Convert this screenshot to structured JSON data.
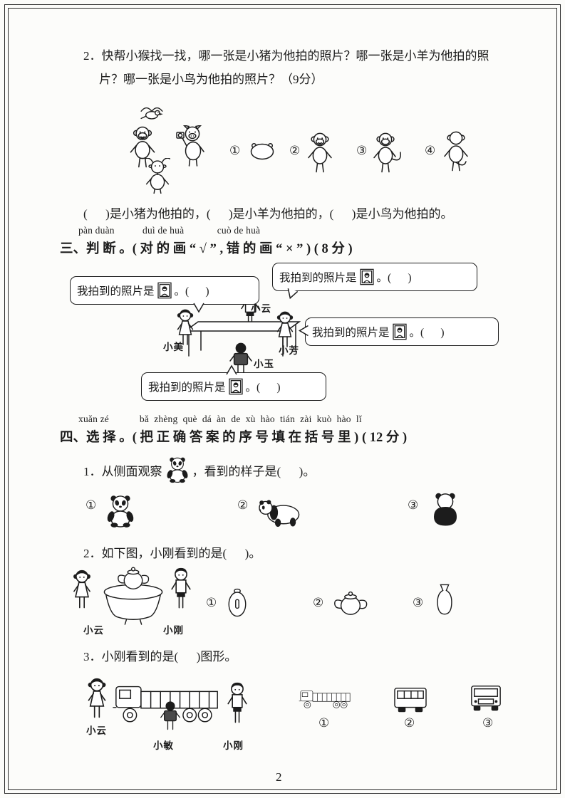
{
  "page_number": "2",
  "ink_color": "#1c1c1c",
  "q2": {
    "line1": "2．快帮小猴找一找，哪一张是小猪为他拍的照片？哪一张是小羊为他拍的照",
    "line2": "片？哪一张是小鸟为他拍的照片？（9分）",
    "photo_labels": [
      "①",
      "②",
      "③",
      "④"
    ],
    "answer": "(      )是小猪为他拍的，(      )是小羊为他拍的，(      )是小鸟为他拍的。"
  },
  "judge": {
    "pinyin": "pàn duàn           duì de huà             cuò de huà",
    "title": "三、判 断 。( 对 的 画 “ √ ” , 错 的 画 “ × ” ) ( 8 分 )",
    "bubble_prefix": "我拍到的照片是",
    "bubble_suffix": "。(      )",
    "names": {
      "left": "小美",
      "top": "小云",
      "right": "小芳",
      "bottom": "小玉"
    }
  },
  "choose": {
    "pinyin": "xuǎn zé            bǎ  zhèng  què  dá  àn  de  xù  hào  tián  zài  kuò  hào  lǐ",
    "title": "四、选 择 。( 把 正 确 答 案 的 序 号 填 在 括 号 里 ) ( 12 分 )",
    "q1": {
      "text_before": "1．从侧面观察",
      "text_after": "，看到的样子是(      )。",
      "options": [
        "①",
        "②",
        "③"
      ]
    },
    "q2": {
      "text": "2．如下图，小刚看到的是(      )。",
      "name_left": "小云",
      "name_right": "小刚",
      "options": [
        "①",
        "②",
        "③"
      ]
    },
    "q3": {
      "text": "3．小刚看到的是(      )图形。",
      "name_left": "小云",
      "name_middle": "小敏",
      "name_right": "小刚",
      "options": [
        "①",
        "②",
        "③"
      ]
    }
  },
  "figures": {
    "q2_scene": [
      "bird",
      "monkey",
      "pig-with-camera",
      "goat"
    ],
    "q2_photos": [
      "monkey-top-oval-view",
      "monkey-front-view",
      "monkey-side-view-with-tail",
      "monkey-back-view"
    ],
    "judge_scene": [
      "four-kids-around-table",
      "speech-bubbles-with-photos"
    ],
    "choose_q1_options": [
      "panda-front-view",
      "panda-side-view",
      "panda-back-view"
    ],
    "choose_q2_scene": [
      "girl",
      "round-table-with-teapot",
      "boy"
    ],
    "choose_q2_options": [
      "teapot-end-view",
      "teapot-side-view",
      "teapot-front-view"
    ],
    "choose_q3_scene": [
      "girl",
      "flatbed-truck",
      "girl-back",
      "boy"
    ],
    "choose_q3_options": [
      "truck-side-view",
      "truck-back-view",
      "truck-front-view"
    ]
  }
}
